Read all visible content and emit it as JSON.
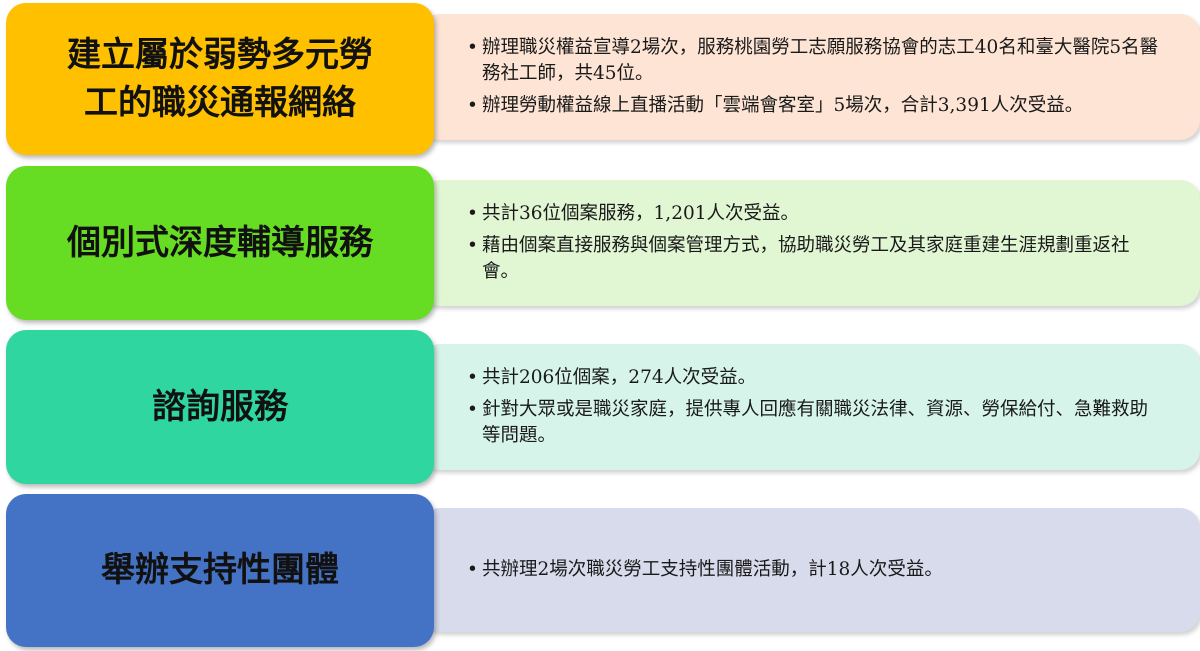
{
  "rows": [
    {
      "title": "建立屬於弱勢多元勞\n工的職災通報網絡",
      "label_color": "#ffc000",
      "detail_color": "#fde4d4",
      "bullets": [
        "辦理職災權益宣導2場次，服務桃園勞工志願服務協會的志工40名和臺大醫院5名醫務社工師，共45位。",
        "辦理勞動權益線上直播活動「雲端會客室」5場次，合計3,391人次受益。"
      ]
    },
    {
      "title": "個別式深度輔導服務",
      "label_color": "#66dd22",
      "detail_color": "#e1f6d3",
      "bullets": [
        "共計36位個案服務，1,201人次受益。",
        "藉由個案直接服務與個案管理方式，協助職災勞工及其家庭重建生涯規劃重返社會。"
      ]
    },
    {
      "title": "諮詢服務",
      "label_color": "#2fd6a0",
      "detail_color": "#d6f4ea",
      "bullets": [
        "共計206位個案，274人次受益。",
        "針對大眾或是職災家庭，提供專人回應有關職災法律、資源、勞保給付、急難救助等問題。"
      ]
    },
    {
      "title": "舉辦支持性團體",
      "label_color": "#4472c4",
      "detail_color": "#d8dbec",
      "bullets": [
        "共辦理2場次職災勞工支持性團體活動，計18人次受益。"
      ]
    }
  ]
}
